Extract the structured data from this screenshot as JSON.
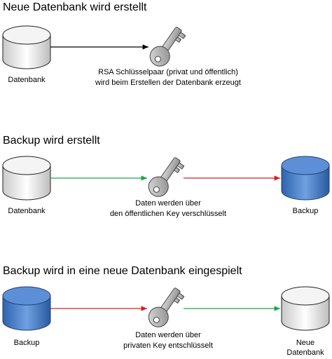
{
  "sections": [
    {
      "title": "Neue Datenbank wird erstellt",
      "source_label": "Datenbank",
      "key_caption_line1": "RSA Schlüsselpaar (privat und öffentlich)",
      "key_caption_line2": "wird beim Erstellen der Datenbank erzeugt"
    },
    {
      "title": "Backup wird erstellt",
      "source_label": "Datenbank",
      "target_label": "Backup",
      "key_caption_line1": "Daten werden über",
      "key_caption_line2": "den öffentlichen Key verschlüsselt"
    },
    {
      "title": "Backup wird in eine neue Datenbank eingespielt",
      "source_label": "Backup",
      "target_label_line1": "Neue",
      "target_label_line2": "Datenbank",
      "key_caption_line1": "Daten werden über",
      "key_caption_line2": "privaten Key entschlüsselt"
    }
  ],
  "colors": {
    "plain_arrow": "#000000",
    "green_arrow": "#1aa64a",
    "red_arrow": "#d42020",
    "db_white_fill": "#e8e8e8",
    "db_blue_fill": "#4f86cf"
  },
  "icons": [
    "database-icon",
    "key-icon",
    "backup-icon"
  ]
}
